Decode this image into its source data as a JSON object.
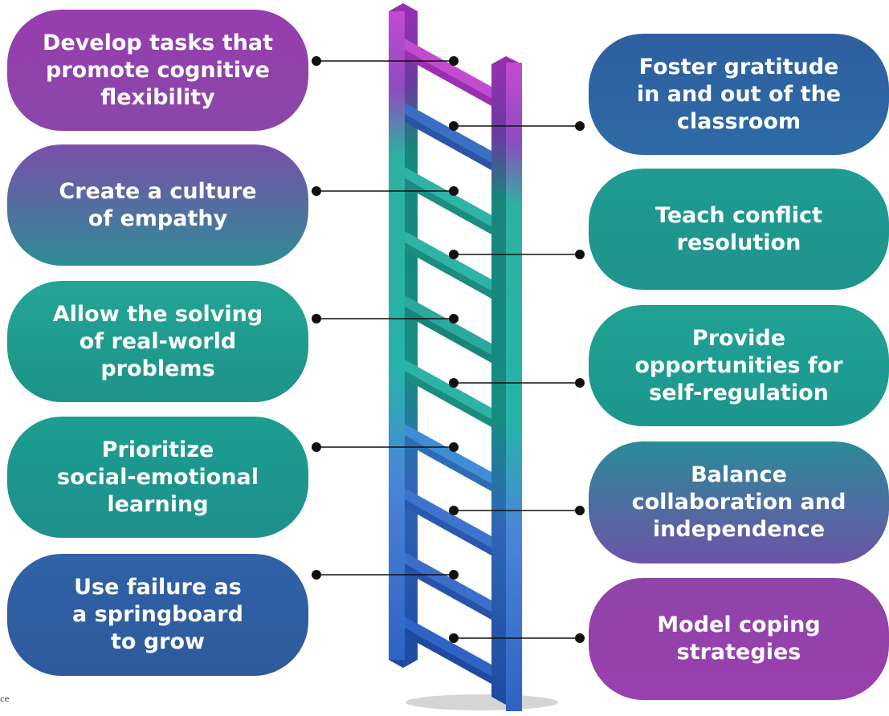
{
  "diagram": {
    "left_items": [
      {
        "label": "Develop tasks that\npromote cognitive\nflexibility",
        "color": "#8E44A8"
      },
      {
        "label": "Create a culture\nof empathy",
        "color": "#5A6AA6"
      },
      {
        "label": "Allow the solving\nof real-world\nproblems",
        "color": "#1E9C91"
      },
      {
        "label": "Prioritize\nsocial-emotional\nlearning",
        "color": "#1E9C91"
      },
      {
        "label": "Use failure as\na springboard\nto grow",
        "color": "#2E5FA0"
      }
    ],
    "right_items": [
      {
        "label": "Foster gratitude\nin and out of the\nclassroom",
        "color": "#2E5FA0"
      },
      {
        "label": "Teach conflict\nresolution",
        "color": "#1E9C91"
      },
      {
        "label": "Provide\nopportunities for\nself-regulation",
        "color": "#1E9C91"
      },
      {
        "label": "Balance\ncollaboration and\nindependence",
        "color": "#5A6AA6"
      },
      {
        "label": "Model coping\nstrategies",
        "color": "#8E44A8"
      }
    ],
    "credit": "ce"
  },
  "colors": {
    "purple": "#9B3FB0",
    "magenta": "#C856D6",
    "teal": "#1FA89C",
    "blue": "#2F6BC0",
    "connector": "#111111"
  }
}
